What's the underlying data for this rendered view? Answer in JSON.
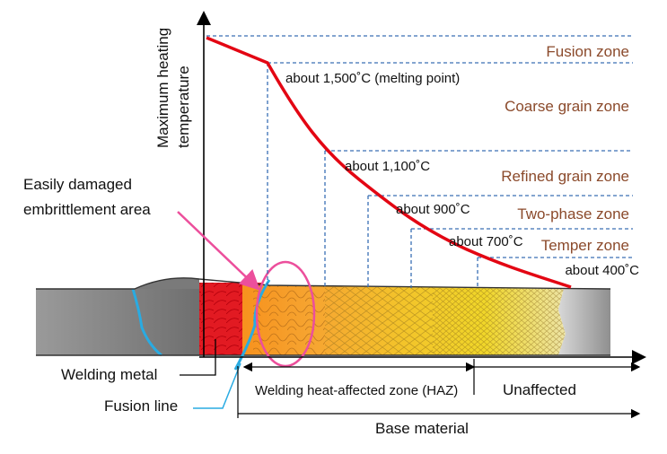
{
  "axis": {
    "y_label_line1": "Maximum heating",
    "y_label_line2": "temperature"
  },
  "zones": [
    {
      "id": "fusion",
      "label": "Fusion zone"
    },
    {
      "id": "coarse",
      "label": "Coarse grain zone"
    },
    {
      "id": "refined",
      "label": "Refined grain zone"
    },
    {
      "id": "two-phase",
      "label": "Two-phase zone"
    },
    {
      "id": "temper",
      "label": "Temper zone"
    }
  ],
  "temperatures": [
    {
      "id": "melting",
      "label": "about 1,500˚C (melting point)"
    },
    {
      "id": "t1100",
      "label": "about 1,100˚C"
    },
    {
      "id": "t900",
      "label": "about 900˚C"
    },
    {
      "id": "t700",
      "label": "about 700˚C"
    },
    {
      "id": "t400",
      "label": "about 400˚C"
    }
  ],
  "callouts": {
    "embrittlement_line1": "Easily damaged",
    "embrittlement_line2": "embrittlement area",
    "welding_metal": "Welding metal",
    "fusion_line": "Fusion line"
  },
  "ranges": {
    "haz": "Welding heat-affected zone (HAZ)",
    "unaffected": "Unaffected",
    "base_material": "Base material"
  },
  "colors": {
    "curve": "#e30613",
    "zone_label": "#8b4a2b",
    "guide": "#3a6fb5",
    "embrittlement": "#ec4f9c",
    "fusion_line": "#29abe2"
  }
}
